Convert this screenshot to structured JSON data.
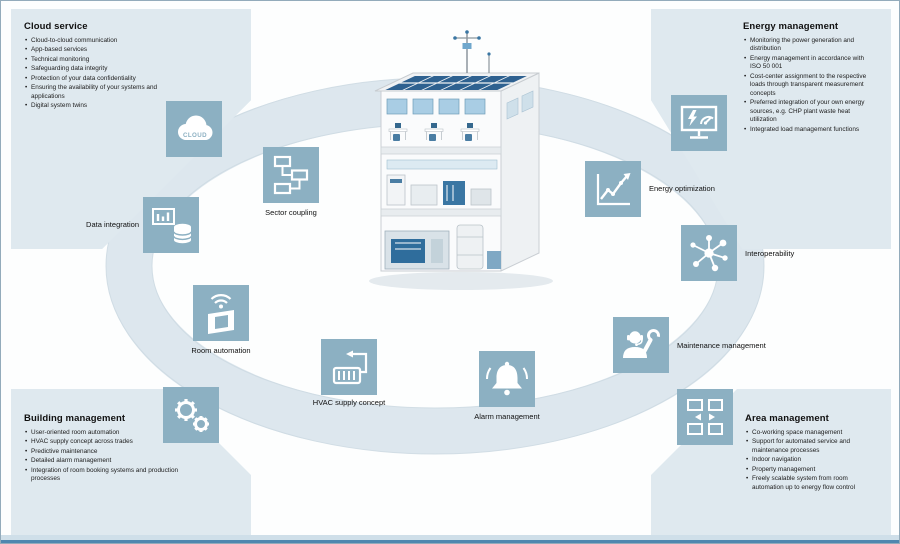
{
  "panels": {
    "cloud_service": {
      "title": "Cloud service",
      "items": [
        "Cloud-to-cloud communication",
        "App-based services",
        "Technical monitoring",
        "Safeguarding data integrity",
        "Protection of your data confidentiality",
        "Ensuring the availability of your systems and applications",
        "Digital system twins"
      ]
    },
    "energy_management": {
      "title": "Energy management",
      "items": [
        "Monitoring the power generation and distribution",
        "Energy management in accordance with ISO 50 001",
        "Cost-center assignment to the respective loads through transparent measurement concepts",
        "Preferred integration of your own energy sources, e.g. CHP plant waste heat utilization",
        "Integrated load management functions"
      ]
    },
    "building_management": {
      "title": "Building management",
      "items": [
        "User-oriented room automation",
        "HVAC supply concept across trades",
        "Predictive maintenance",
        "Detailed alarm management",
        "Integration of room booking systems and production processes"
      ]
    },
    "area_management": {
      "title": "Area management",
      "items": [
        "Co-working space management",
        "Support for automated service and maintenance processes",
        "Indoor navigation",
        "Property management",
        "Freely scalable system from room automation up to energy flow control"
      ]
    }
  },
  "nodes": {
    "cloud": {
      "label": "CLOUD"
    },
    "data_integration": {
      "label": "Data integration"
    },
    "sector_coupling": {
      "label": "Sector coupling"
    },
    "room_automation": {
      "label": "Room automation"
    },
    "hvac_supply": {
      "label": "HVAC supply concept"
    },
    "alarm_management": {
      "label": "Alarm management"
    },
    "maintenance_management": {
      "label": "Maintenance management"
    },
    "interoperability": {
      "label": "Interoperability"
    },
    "energy_optimization": {
      "label": "Energy optimization"
    }
  },
  "colors": {
    "tile": "#8cb0c2",
    "panel": "#dfe9ef",
    "ring": "#dde7ee",
    "footer_line": "#4f87af",
    "solar_panel": "#2e6190"
  }
}
